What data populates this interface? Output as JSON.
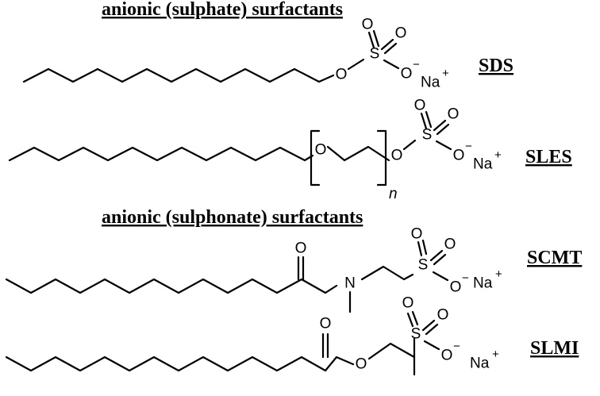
{
  "headings": {
    "sulphate": "anionic (sulphate) surfactants",
    "sulphonate": "anionic (sulphonate) surfactants"
  },
  "atoms": {
    "oxygen": "O",
    "sulfur": "S",
    "nitrogen": "N",
    "sodium": "Na",
    "minus": "−",
    "plus": "+",
    "repeat": "n"
  },
  "molecules": [
    {
      "name": "SDS"
    },
    {
      "name": "SLES"
    },
    {
      "name": "SCMT"
    },
    {
      "name": "SLMI"
    }
  ]
}
